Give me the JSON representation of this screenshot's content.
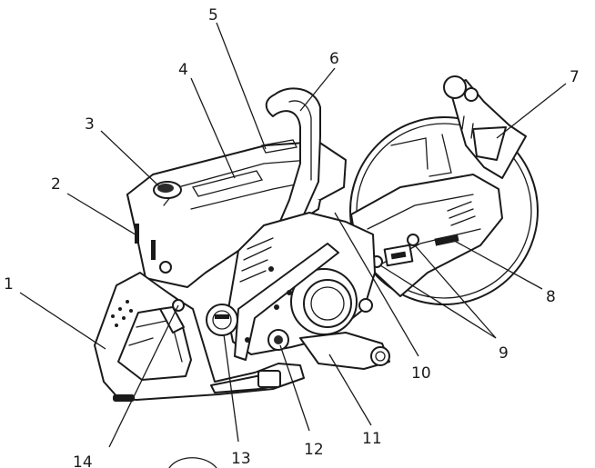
{
  "callouts": [
    {
      "id": 1,
      "label": "1"
    },
    {
      "id": 2,
      "label": "2"
    },
    {
      "id": 3,
      "label": "3"
    },
    {
      "id": 4,
      "label": "4"
    },
    {
      "id": 5,
      "label": "5"
    },
    {
      "id": 6,
      "label": "6"
    },
    {
      "id": 7,
      "label": "7"
    },
    {
      "id": 8,
      "label": "8"
    },
    {
      "id": 9,
      "label": "9"
    },
    {
      "id": 10,
      "label": "10"
    },
    {
      "id": 11,
      "label": "11"
    },
    {
      "id": 12,
      "label": "12"
    },
    {
      "id": 13,
      "label": "13"
    },
    {
      "id": 14,
      "label": "14"
    }
  ]
}
